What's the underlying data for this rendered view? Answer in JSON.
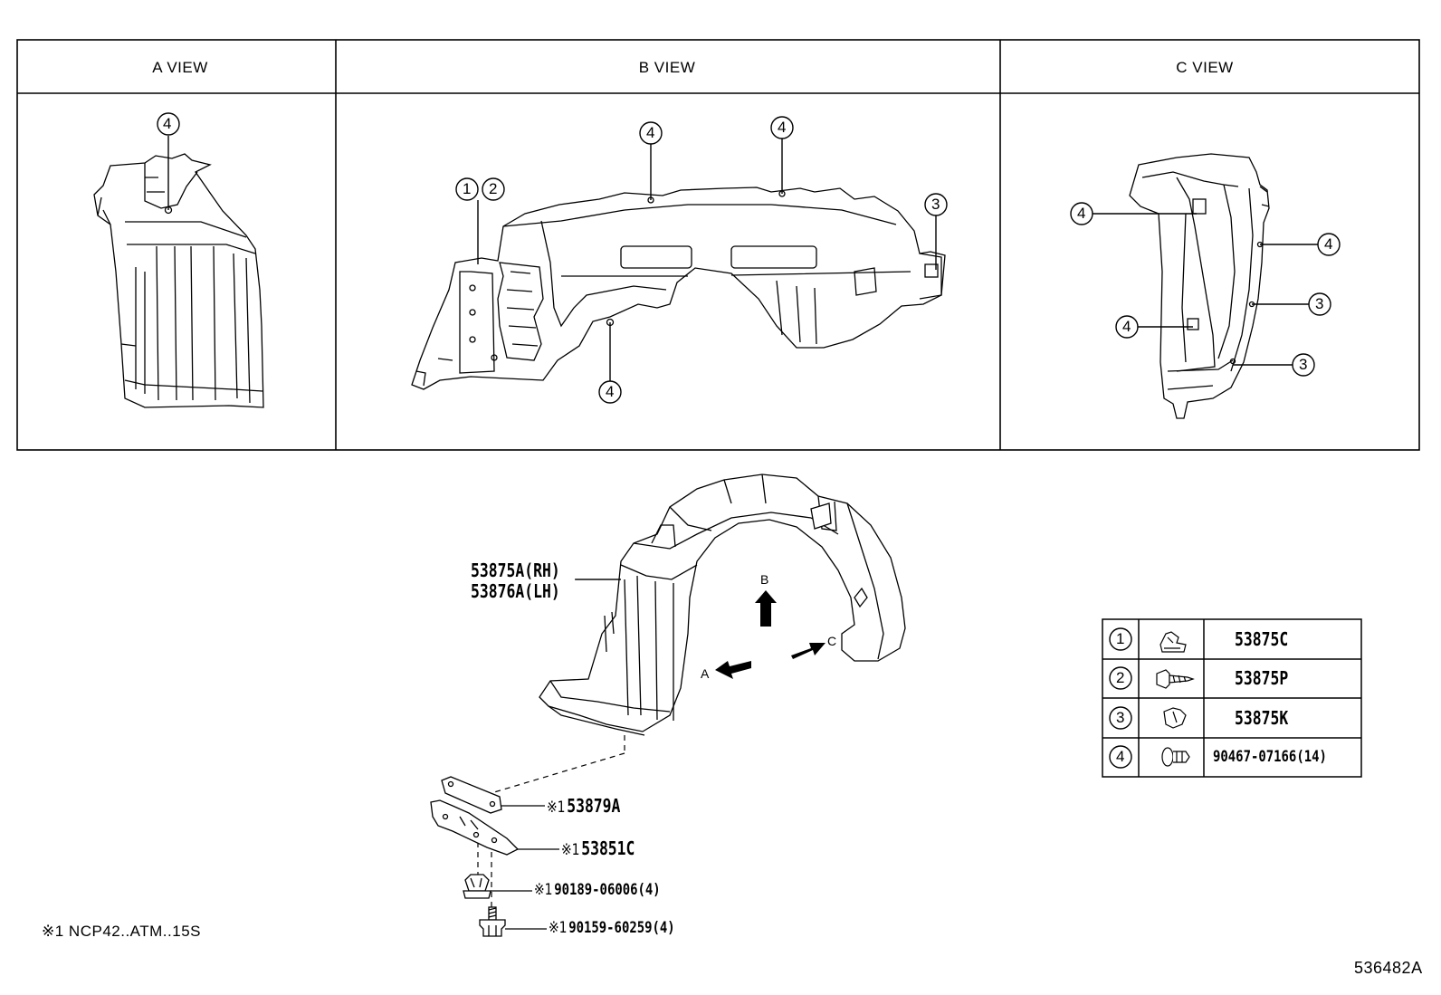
{
  "views": [
    {
      "title": "A VIEW"
    },
    {
      "title": "B VIEW"
    },
    {
      "title": "C VIEW"
    }
  ],
  "callout_marks": {
    "one": "1",
    "two": "2",
    "three": "3",
    "four": "4"
  },
  "main_part": {
    "rh": "53875A(RH)",
    "lh": "53876A(LH)"
  },
  "direction_labels": {
    "a": "A",
    "b": "B",
    "c": "C"
  },
  "sub_parts": [
    {
      "mark": "※1",
      "number": "53879A"
    },
    {
      "mark": "※1",
      "number": "53851C"
    },
    {
      "mark": "※1",
      "number": "90189-06006(4)"
    },
    {
      "mark": "※1",
      "number": "90159-60259(4)"
    }
  ],
  "legend": [
    {
      "key": "1",
      "part": "53875C",
      "icon": "clip-nut-icon"
    },
    {
      "key": "2",
      "part": "53875P",
      "icon": "screw-icon"
    },
    {
      "key": "3",
      "part": "53875K",
      "icon": "push-clip-icon"
    },
    {
      "key": "4",
      "part": "90467-07166(14)",
      "icon": "rivet-clip-icon"
    }
  ],
  "footnote": "※1 NCP42..ATM..15S",
  "ref_code": "536482A"
}
